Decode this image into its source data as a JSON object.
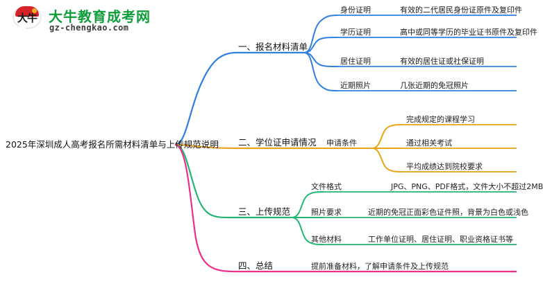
{
  "logo": {
    "mark_text": "大牛",
    "title": "大牛教育成考网",
    "subtitle": "gz-chengkao.com",
    "brand_green": "#0f9d3a",
    "brand_red": "#d6232a"
  },
  "mindmap": {
    "root": "2025年深圳成人高考报名所需材料清单与上传规范说明",
    "branches": [
      {
        "id": "branch-1",
        "label": "一、报名材料清单",
        "color": "#2f7fe0",
        "children": [
          {
            "label": "身份证明",
            "detail": "有效的二代居民身份证原件及复印件"
          },
          {
            "label": "学历证明",
            "detail": "高中或同等学历的毕业证书原件及复印件"
          },
          {
            "label": "居住证明",
            "detail": "有效的居住证或社保证明"
          },
          {
            "label": "近期照片",
            "detail": "几张近期的免冠照片"
          }
        ]
      },
      {
        "id": "branch-2",
        "label": "二、学位证申请情况",
        "color": "#e8a317",
        "children": [
          {
            "label": "申请条件",
            "items": [
              "完成规定的课程学习",
              "通过相关考试",
              "平均成绩达到院校要求"
            ]
          }
        ]
      },
      {
        "id": "branch-3",
        "label": "三、上传规范",
        "color": "#22b573",
        "children": [
          {
            "label": "文件格式",
            "detail": "JPG、PNG、PDF格式，文件大小不超过2MB"
          },
          {
            "label": "照片要求",
            "detail": "近期的免冠正面彩色证件照，背景为白色或浅色"
          },
          {
            "label": "其他材料",
            "detail": "工作单位证明、居住证明、职业资格证书等"
          }
        ]
      },
      {
        "id": "branch-4",
        "label": "四、总结",
        "color": "#ef2d8a",
        "children": [
          {
            "label": "提前准备材料，了解申请条件及上传规范"
          }
        ]
      }
    ]
  }
}
